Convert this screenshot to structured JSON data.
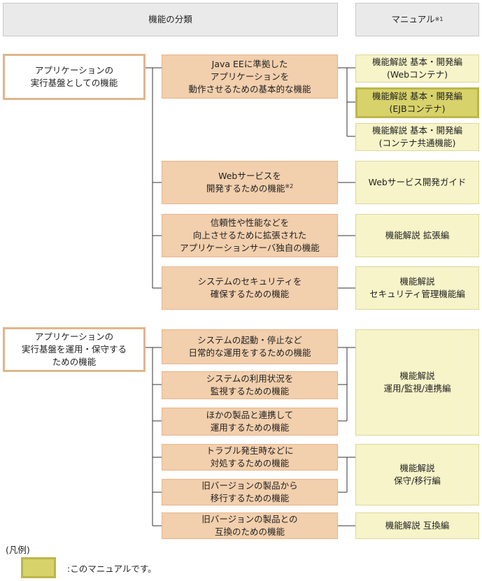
{
  "header": {
    "classification": "機能の分類",
    "manual": "マニュアル",
    "manual_note": "※1"
  },
  "groups": [
    {
      "label": "アプリケーションの\n実行基盤としての機能"
    },
    {
      "label": "アプリケーションの\n実行基盤を運用・保守する\nための機能"
    }
  ],
  "functions": [
    {
      "label": "Java EEに準拠した\nアプリケーションを\n動作させるための基本的な機能"
    },
    {
      "label": "Webサービスを\n開発するための機能",
      "note": "※2"
    },
    {
      "label": "信頼性や性能などを\n向上させるために拡張された\nアプリケーションサーバ独自の機能"
    },
    {
      "label": "システムのセキュリティを\n確保するための機能"
    },
    {
      "label": "システムの起動・停止など\n日常的な運用をするための機能"
    },
    {
      "label": "システムの利用状況を\n監視するための機能"
    },
    {
      "label": "ほかの製品と連携して\n運用するための機能"
    },
    {
      "label": "トラブル発生時などに\n対処するための機能"
    },
    {
      "label": "旧バージョンの製品から\n移行するための機能"
    },
    {
      "label": "旧バージョンの製品との\n互換のための機能"
    }
  ],
  "manuals": [
    {
      "label": "機能解説 基本・開発編\n(Webコンテナ)"
    },
    {
      "label": "機能解説 基本・開発編\n(EJBコンテナ)",
      "current": true
    },
    {
      "label": "機能解説 基本・開発編\n(コンテナ共通機能)"
    },
    {
      "label": "Webサービス開発ガイド"
    },
    {
      "label": "機能解説 拡張編"
    },
    {
      "label": "機能解説\nセキュリティ管理機能編"
    },
    {
      "label": "機能解説\n運用/監視/連携編"
    },
    {
      "label": "機能解説\n保守/移行編"
    },
    {
      "label": "機能解説 互換編"
    }
  ],
  "legend": {
    "title": "(凡例)",
    "text": ":このマニュアルです。"
  }
}
